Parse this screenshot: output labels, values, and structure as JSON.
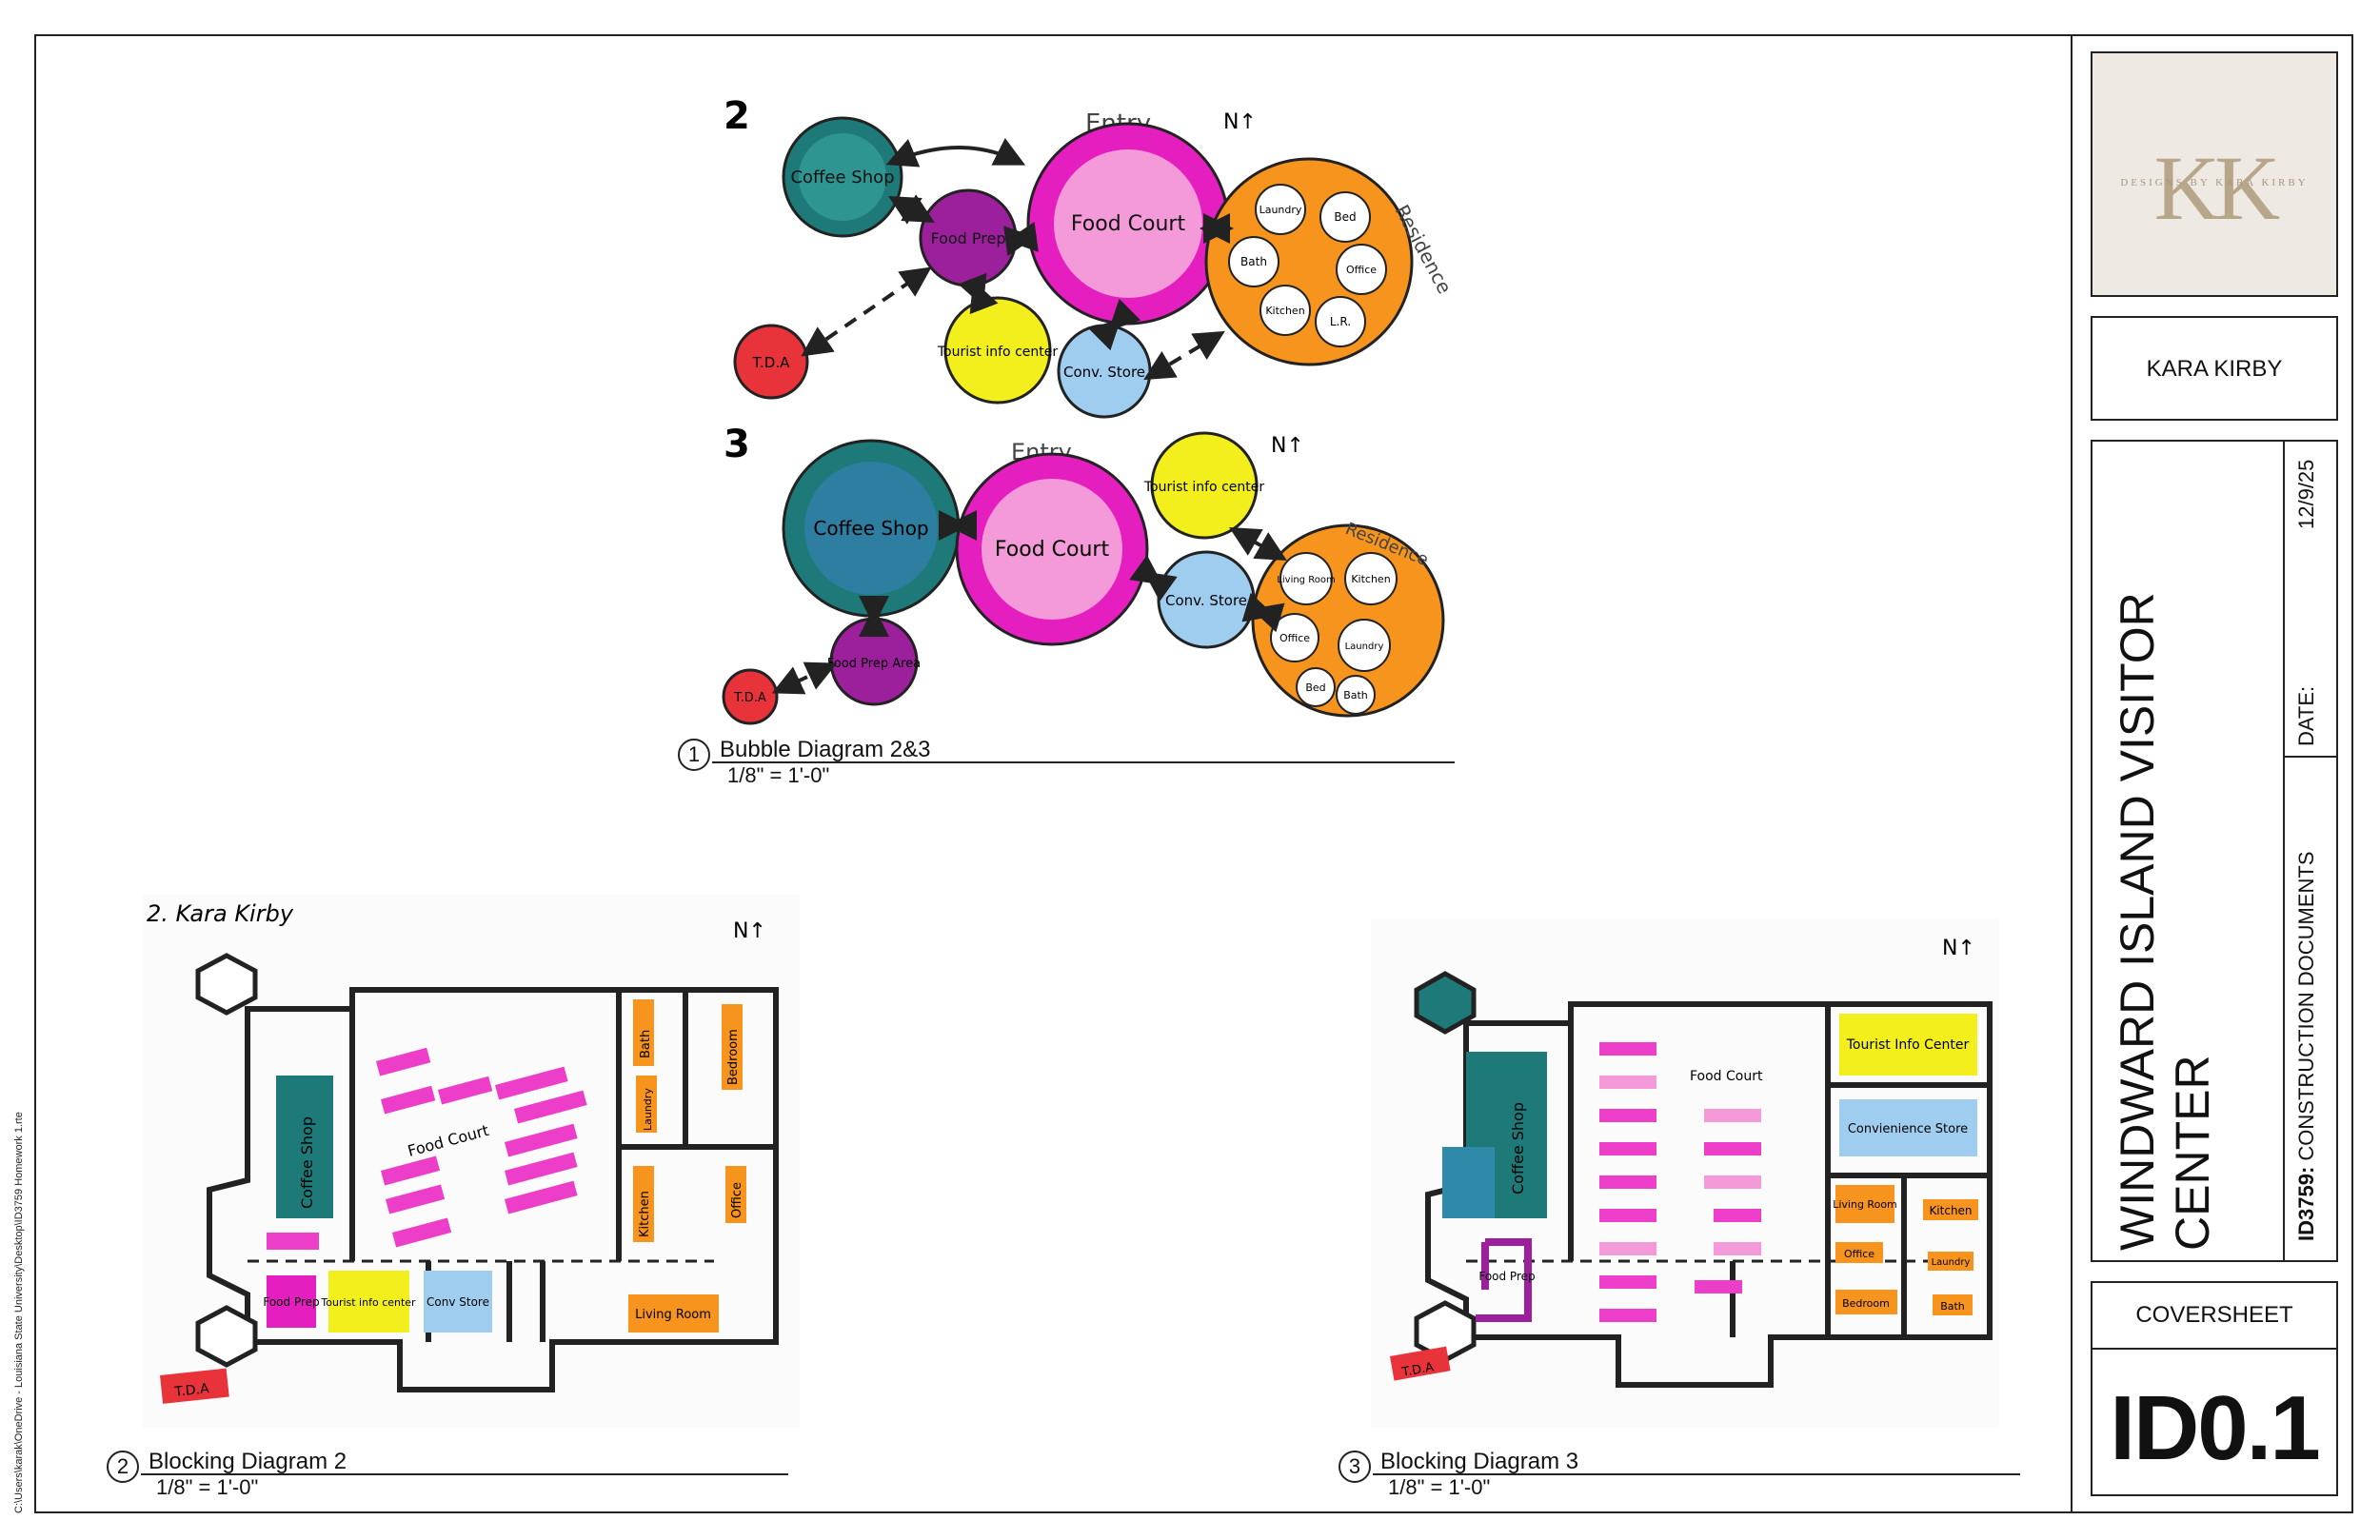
{
  "side_path": "C:\\Users\\karak\\OneDrive - Louisiana State University\\Desktop\\ID3759 Homework 1.rte",
  "title_block": {
    "logo_initials": "KK",
    "logo_text": "DESIGNS BY KARA KIRBY",
    "designer": "KARA KIRBY",
    "project_title": "WINDWARD ISLAND VISITOR CENTER",
    "course_code": "ID3759:",
    "phase": "CONSTRUCTION DOCUMENTS",
    "date_label": "DATE:",
    "date": "12/9/25",
    "sheet_name": "COVERSHEET",
    "sheet_number": "ID0.1"
  },
  "drawings": [
    {
      "number": "1",
      "title": "Bubble Diagram 2&3",
      "scale": "1/8\" = 1'-0\""
    },
    {
      "number": "2",
      "title": "Blocking Diagram 2",
      "scale": "1/8\" = 1'-0\""
    },
    {
      "number": "3",
      "title": "Blocking Diagram 3",
      "scale": "1/8\" = 1'-0\""
    }
  ],
  "bubble2": {
    "label": "2",
    "entry": "Entry",
    "north": "N↑",
    "residence": "Residence",
    "coffee": "Coffee Shop",
    "food_prep": "Food Prep",
    "food_court": "Food Court",
    "tourist": "Tourist info center",
    "conv": "Conv. Store",
    "tda": "T.D.A",
    "rooms": [
      "Laundry",
      "Bed",
      "Bath",
      "Office",
      "Kitchen",
      "L.R."
    ]
  },
  "bubble3": {
    "label": "3",
    "entry": "Entry",
    "north": "N↑",
    "residence": "Residence",
    "coffee": "Coffee Shop",
    "food_prep": "Food Prep Area",
    "food_court": "Food Court",
    "tourist": "Tourist info center",
    "conv": "Conv. Store",
    "tda": "T.D.A",
    "rooms": [
      "Living Room",
      "Kitchen",
      "Office",
      "Laundry",
      "Bed",
      "Bath"
    ]
  },
  "block2": {
    "header": "2. Kara Kirby",
    "north": "N↑",
    "coffee": "Coffee Shop",
    "food_court": "Food Court",
    "bath": "Bath",
    "bedroom": "Bedroom",
    "laundry": "Laundry",
    "kitchen": "Kitchen",
    "office": "Office",
    "food_prep": "Food Prep",
    "tourist": "Tourist info center",
    "conv": "Conv Store",
    "living": "Living Room",
    "tda": "T.D.A"
  },
  "block3": {
    "north": "N↑",
    "tourist": "Tourist Info Center",
    "conv": "Convienience Store",
    "coffee": "Coffee Shop",
    "food_court": "Food Court",
    "living": "Living Room",
    "kitchen": "Kitchen",
    "office": "Office",
    "laundry": "Laundry",
    "bedroom": "Bedroom",
    "bath": "Bath",
    "food_prep": "Food Prep",
    "tda": "T.D.A"
  },
  "colors": {
    "teal": "#1e7a78",
    "purple": "#9c1f9c",
    "magenta": "#e51ec0",
    "pink_light": "#f59ad9",
    "yellow": "#f2ef1d",
    "blue": "#9fcdf0",
    "orange": "#f7941d",
    "red": "#e8333a",
    "logo_bg": "#eee9e2"
  }
}
